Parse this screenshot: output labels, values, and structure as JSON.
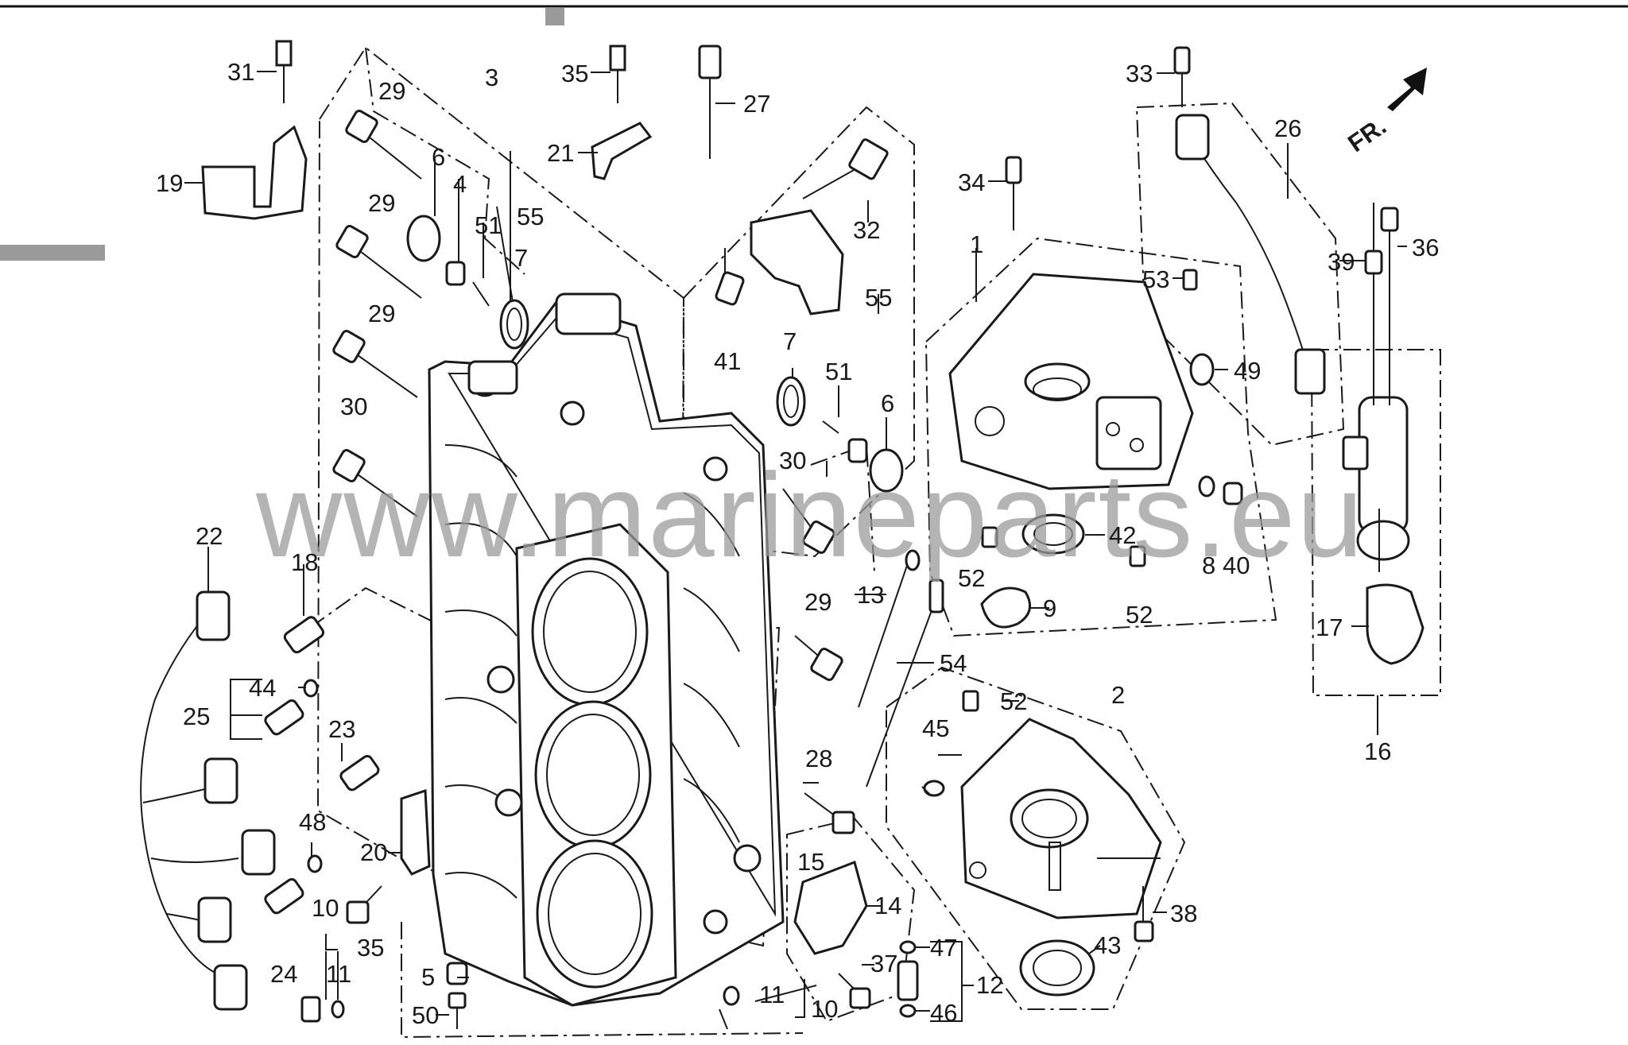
{
  "watermark": "www.marineparts.eu",
  "front_marker": "FR.",
  "part_labels": {
    "p1": "1",
    "p2": "2",
    "p3": "3",
    "p4": "4",
    "p5": "5",
    "p6a": "6",
    "p6b": "6",
    "p7a": "7",
    "p7b": "7",
    "p8": "8",
    "p9": "9",
    "p10a": "10",
    "p10b": "10",
    "p11a": "11",
    "p11b": "11",
    "p12": "12",
    "p13": "13",
    "p14": "14",
    "p15": "15",
    "p16": "16",
    "p17": "17",
    "p18": "18",
    "p19": "19",
    "p20": "20",
    "p21": "21",
    "p22": "22",
    "p23": "23",
    "p24": "24",
    "p25": "25",
    "p26": "26",
    "p27": "27",
    "p28": "28",
    "p29a": "29",
    "p29b": "29",
    "p29c": "29",
    "p29d": "29",
    "p30a": "30",
    "p30b": "30",
    "p31": "31",
    "p32": "32",
    "p33": "33",
    "p34": "34",
    "p35a": "35",
    "p35b": "35",
    "p36": "36",
    "p37": "37",
    "p38": "38",
    "p39": "39",
    "p40": "40",
    "p41": "41",
    "p42": "42",
    "p43": "43",
    "p44": "44",
    "p45": "45",
    "p46": "46",
    "p47": "47",
    "p48": "48",
    "p49": "49",
    "p50": "50",
    "p51a": "51",
    "p51b": "51",
    "p52a": "52",
    "p52b": "52",
    "p52c": "52",
    "p53": "53",
    "p54": "54",
    "p55a": "55",
    "p55b": "55"
  }
}
